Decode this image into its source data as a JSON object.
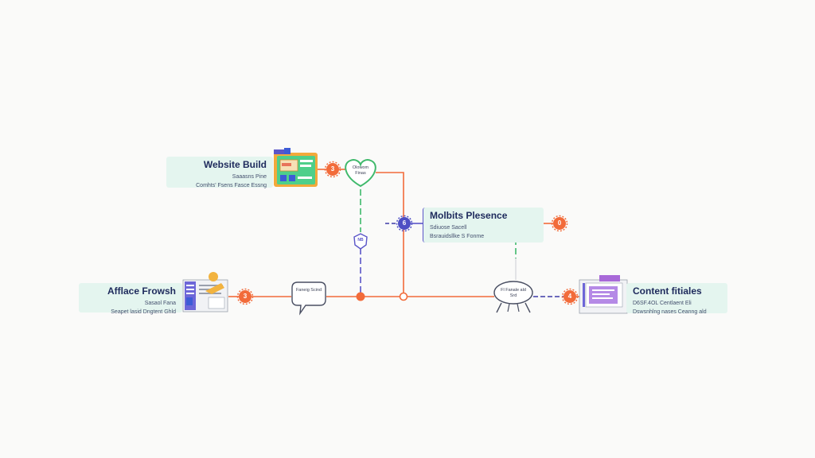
{
  "colors": {
    "card_bg": "#e4f5ef",
    "title": "#1e2a5c",
    "orange": "#f26b3a",
    "purple": "#5a55c8",
    "green": "#3fb96b",
    "violet": "#a869d8"
  },
  "nodes": {
    "website_build": {
      "title": "Website Build",
      "sub": "Saaasns Pine",
      "desc": "Comhts' Fsens Fasce Essng"
    },
    "affiliate": {
      "title": "Afflace Frowsh",
      "sub": "Sasaol Fana",
      "desc": "Seapet lasid Dngtent Ghld"
    },
    "mobile": {
      "title": "Molbits Plesence",
      "sub": "Sdiuose Sacell",
      "desc": "Bsrauidsllke S Fonme"
    },
    "content": {
      "title": "Content fitiales",
      "sub": "D6SF.4OL Centlaent Eli",
      "desc": "Dswsnhlng nases Ceanng ald"
    }
  },
  "bubbles": {
    "heart": "Olowom\nFinas",
    "speech": "Faneig Scind",
    "chair": "Fl Fanale ald\nSrd"
  },
  "badges": {
    "website_build": "3",
    "affiliate": "3",
    "mobile_left": "6",
    "mobile_right": "0",
    "content": "4"
  },
  "icons": {
    "small_shield": "NB"
  }
}
